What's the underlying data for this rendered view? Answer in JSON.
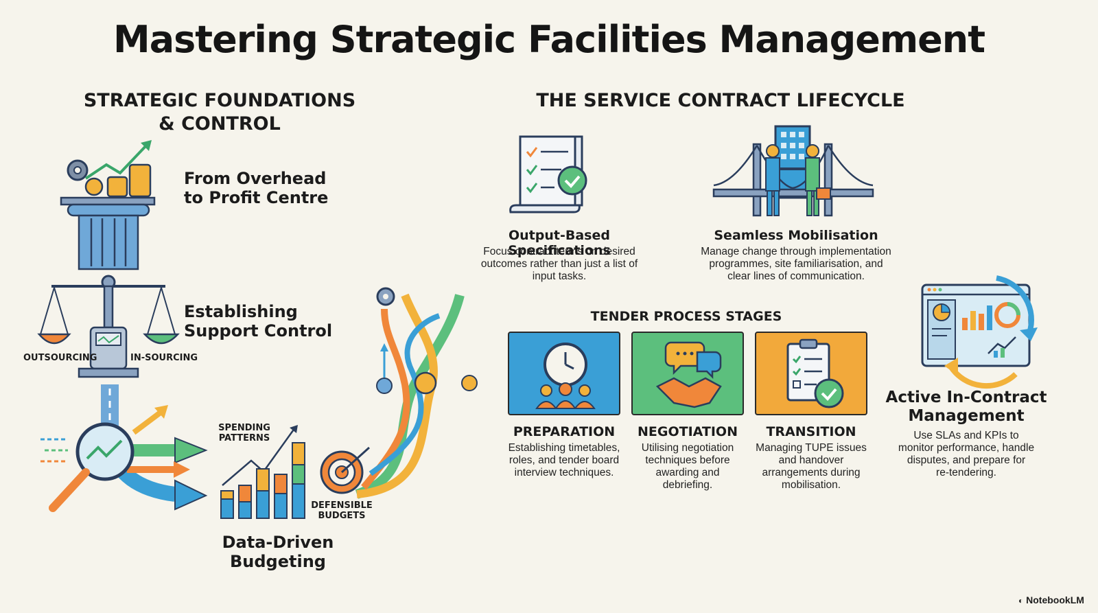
{
  "title": "Mastering Strategic Facilities Management",
  "left": {
    "heading_line1": "STRATEGIC FOUNDATIONS",
    "heading_line2": "& CONTROL",
    "overhead": {
      "line1": "From Overhead",
      "line2": "to Profit Centre"
    },
    "support": {
      "line1": "Establishing",
      "line2": "Support Control",
      "left_pan": "OUTSOURCING",
      "right_pan": "IN-SOURCING"
    },
    "budget": {
      "line1": "Data-Driven",
      "line2": "Budgeting",
      "spending_line1": "SPENDING",
      "spending_line2": "PATTERNS",
      "defensible_line1": "DEFENSIBLE",
      "defensible_line2": "BUDGETS"
    }
  },
  "right": {
    "heading": "THE SERVICE CONTRACT LIFECYCLE",
    "output_spec": {
      "title": "Output-Based Specifications",
      "desc1": "Focus contract terms on desired",
      "desc2": "outcomes rather than just a list of",
      "desc3": "input tasks."
    },
    "mobilisation": {
      "title": "Seamless Mobilisation",
      "desc1": "Manage change through implementation",
      "desc2": "programmes, site familiarisation, and",
      "desc3": "clear lines of communication."
    },
    "tender_heading": "TENDER PROCESS STAGES",
    "stages": [
      {
        "name": "PREPARATION",
        "desc1": "Establishing timetables,",
        "desc2": "roles, and tender board",
        "desc3": "interview techniques.",
        "desc4": "",
        "color": "#3a9fd6"
      },
      {
        "name": "NEGOTIATION",
        "desc1": "Utilising negotiation",
        "desc2": "techniques before",
        "desc3": "awarding and",
        "desc4": "debriefing.",
        "color": "#5cbf7d"
      },
      {
        "name": "TRANSITION",
        "desc1": "Managing TUPE issues",
        "desc2": "and handover",
        "desc3": "arrangements during",
        "desc4": "mobilisation.",
        "color": "#f2a93b"
      }
    ],
    "active": {
      "title1": "Active In-Contract",
      "title2": "Management",
      "desc1": "Use SLAs and KPIs to",
      "desc2": "monitor performance, handle",
      "desc3": "disputes, and prepare for",
      "desc4": "re-tendering."
    }
  },
  "brand": "NotebookLM",
  "colors": {
    "blue": "#3a9fd6",
    "green": "#5cbf7d",
    "orange": "#f0873a",
    "yellow": "#f2b23b",
    "navy": "#2a3d5c"
  }
}
